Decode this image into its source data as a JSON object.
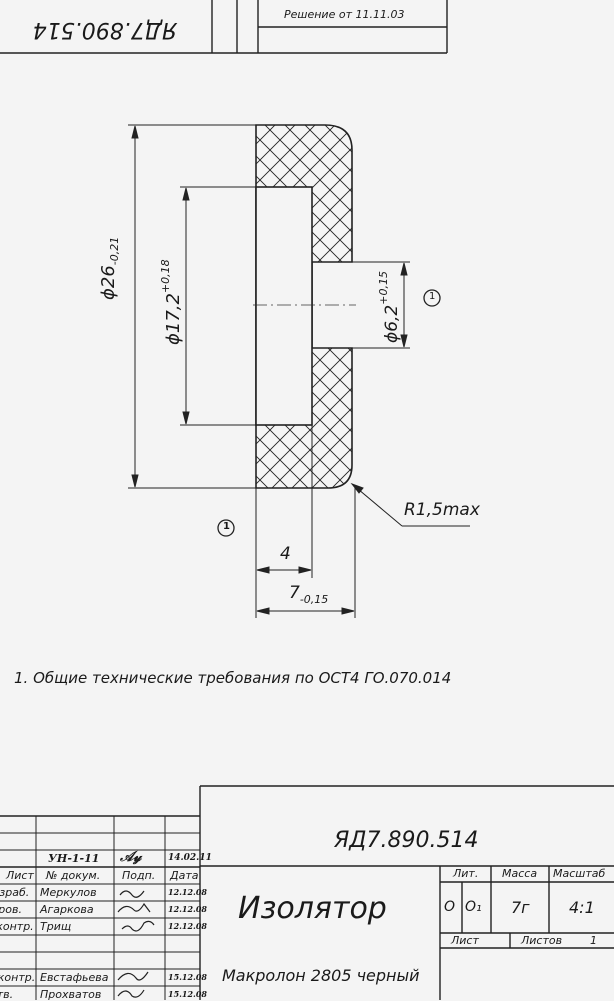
{
  "top_stamp": {
    "code_rotated": "ЯД7.890.514",
    "decision": "Решение от 11.11.03"
  },
  "dimensions": {
    "d26": {
      "main": "ϕ26",
      "tol": "-0,21"
    },
    "d17": {
      "main": "ϕ17,2",
      "tol": "+0,18"
    },
    "d6": {
      "main": "ϕ6,2",
      "tol": "+0,15"
    },
    "radius": "R1,5max",
    "len4": "4",
    "len7": {
      "main": "7",
      "tol": "-0,15"
    }
  },
  "markers": {
    "m1": "1"
  },
  "notes": [
    "1. Общие технические требования по ОСТ4 ГО.070.014"
  ],
  "title_block": {
    "designation": "ЯД7.890.514",
    "name": "Изолятор",
    "material": "Макролон 2805 черный",
    "change_row": {
      "doc": "УН-1-11",
      "date": "14.02.11"
    },
    "headers": {
      "sheet": "Лист",
      "doc_no": "№ докум.",
      "sign": "Подп.",
      "date": "Дата"
    },
    "people": [
      {
        "role": "Разраб.",
        "name": "Меркулов",
        "date": "12.12.08"
      },
      {
        "role": "Пров.",
        "name": "Агаркова",
        "date": "12.12.08"
      },
      {
        "role": "Т.контр.",
        "name": "Трищ",
        "date": "12.12.08"
      },
      {
        "role": "Н.контр.",
        "name": "Евстафьева",
        "date": "15.12.08"
      },
      {
        "role": "Утв.",
        "name": "Прохватов",
        "date": "15.12.08"
      }
    ],
    "lit_label": "Лит.",
    "mass_label": "Масса",
    "scale_label": "Масштаб",
    "lit_values": [
      "О",
      "О₁"
    ],
    "mass_value": "7г",
    "scale_value": "4:1",
    "sheet_label": "Лист",
    "sheets_label": "Листов",
    "sheets_value": "1"
  }
}
